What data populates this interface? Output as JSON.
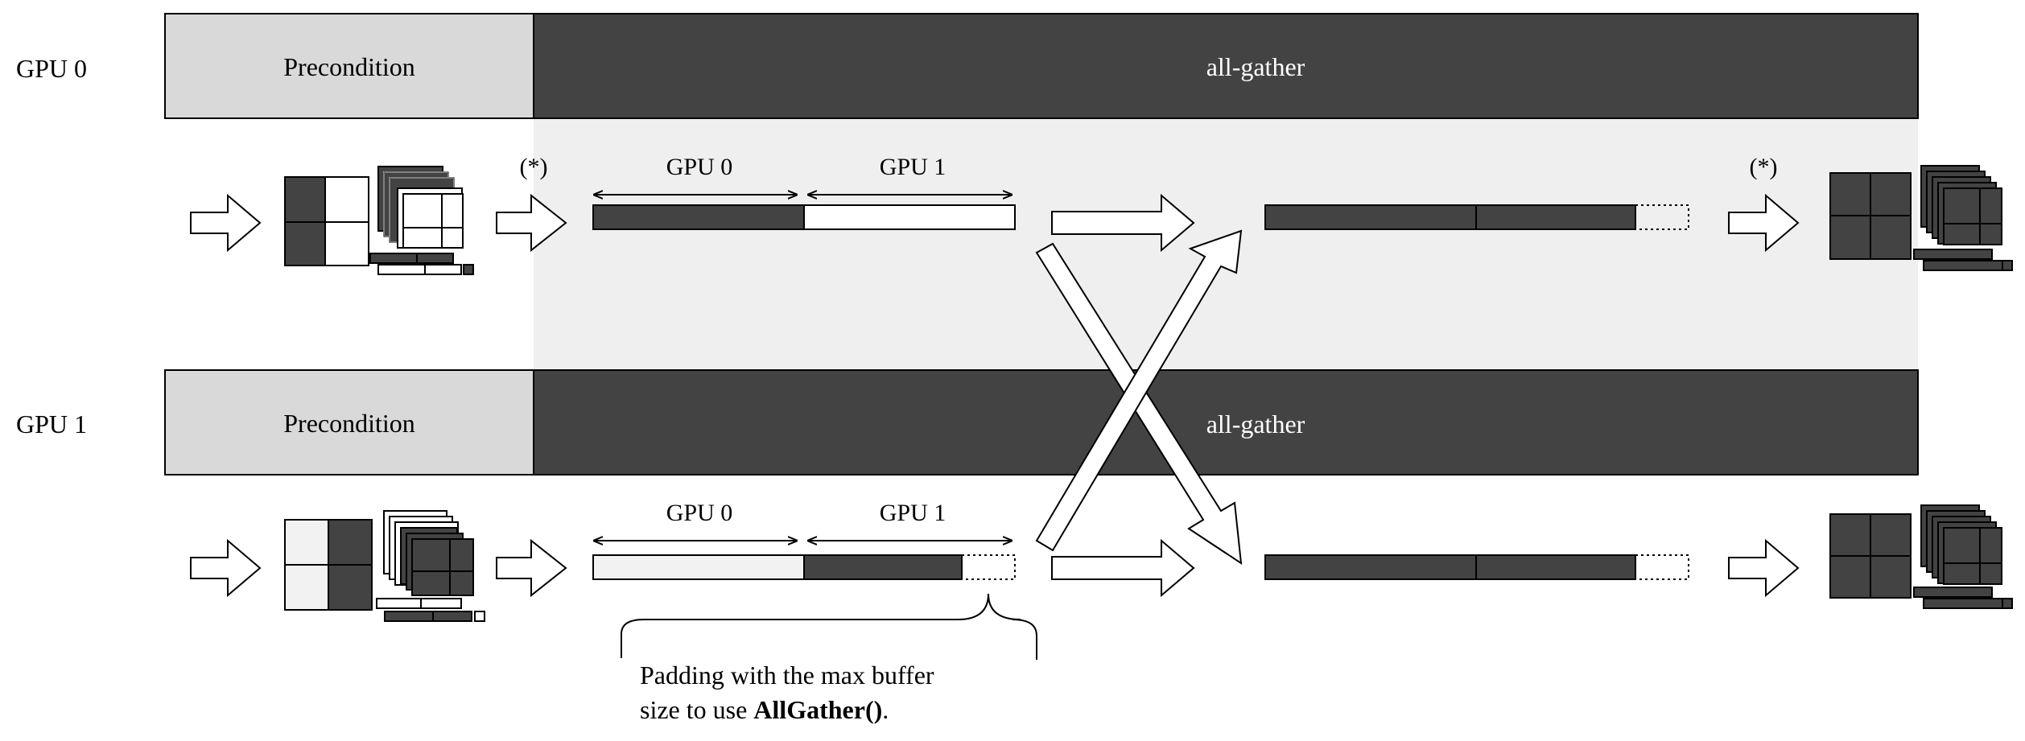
{
  "rows": [
    {
      "gpu_label": "GPU 0",
      "phase_precondition": "Precondition",
      "phase_allgather": "all-gather",
      "segment_labels": [
        "GPU 0",
        "GPU 1"
      ],
      "star_before": "(*)",
      "star_after": "(*)"
    },
    {
      "gpu_label": "GPU 1",
      "phase_precondition": "Precondition",
      "phase_allgather": "all-gather",
      "segment_labels": [
        "GPU 0",
        "GPU 1"
      ]
    }
  ],
  "annotation": {
    "line1": "Padding with the max buffer",
    "line2_prefix": "size to use ",
    "line2_bold": "AllGather()",
    "line2_suffix": "."
  },
  "colors": {
    "dark": "#434343",
    "precondition": "#d9d9d9",
    "light": "#f2f2f2",
    "band": "#efefef",
    "white": "#ffffff"
  }
}
